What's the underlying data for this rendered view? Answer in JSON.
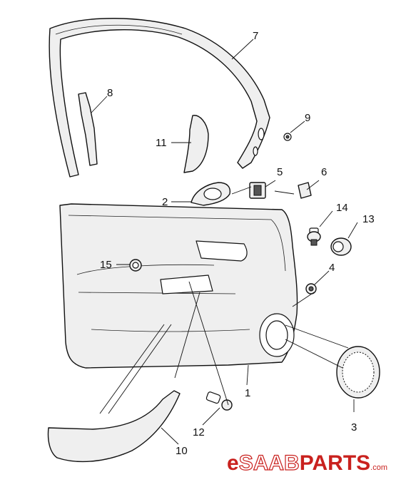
{
  "callouts": {
    "c1": "1",
    "c2": "2",
    "c3": "3",
    "c4": "4",
    "c5": "5",
    "c6": "6",
    "c7": "7",
    "c8": "8",
    "c9": "9",
    "c10": "10",
    "c11": "11",
    "c12": "12",
    "c13": "13",
    "c14": "14",
    "c15": "15"
  },
  "logo": {
    "prefix": "e",
    "brand": "SAAB",
    "suffix": "PARTS",
    "tld": ".com"
  },
  "colors": {
    "logo_red": "#c9211e",
    "line": "#111111",
    "fill": "#efefef"
  }
}
